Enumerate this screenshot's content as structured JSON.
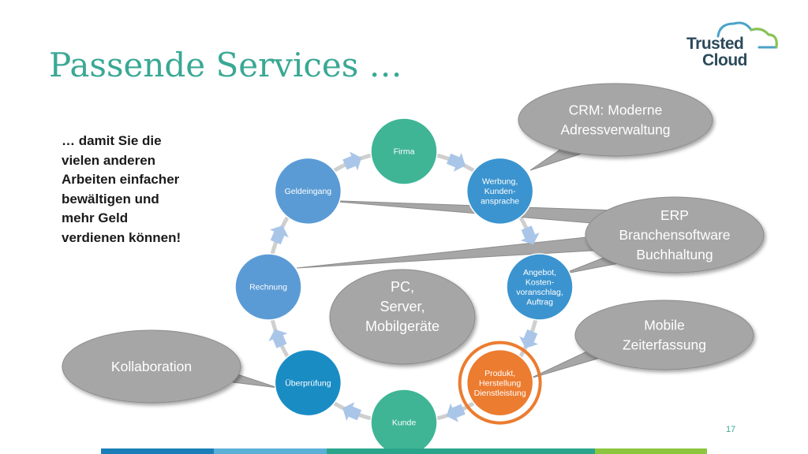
{
  "slide": {
    "title": "Passende Services …",
    "intro_lines": [
      "… damit Sie die",
      "vielen anderen",
      "Arbeiten einfacher",
      "bewältigen und",
      "mehr Geld",
      "verdienen können!"
    ],
    "page_number": "17"
  },
  "logo": {
    "line1": "Trusted",
    "line2": "Cloud",
    "colors": {
      "text": "#2c4a5a",
      "cloud_blue": "#4aa3c9",
      "cloud_green": "#8bc34a"
    }
  },
  "cycle": {
    "nodes": [
      {
        "id": "firma",
        "lines": [
          "Firma"
        ],
        "color": "#3fb596"
      },
      {
        "id": "werbung",
        "lines": [
          "Werbung,",
          "Kunden-",
          "ansprache"
        ],
        "color": "#3b94cf"
      },
      {
        "id": "angebot",
        "lines": [
          "Angebot,",
          "Kosten-",
          "voranschlag,",
          "Auftrag"
        ],
        "color": "#3b94cf"
      },
      {
        "id": "produkt",
        "lines": [
          "Produkt,",
          "Herstellung",
          "Dienstleistung"
        ],
        "color": "#ec7c30",
        "highlighted": true
      },
      {
        "id": "kunde",
        "lines": [
          "Kunde"
        ],
        "color": "#3fb596"
      },
      {
        "id": "ueberpruefung",
        "lines": [
          "Überprüfung"
        ],
        "color": "#1a8cc4"
      },
      {
        "id": "rechnung",
        "lines": [
          "Rechnung"
        ],
        "color": "#5b9bd5"
      },
      {
        "id": "geldeingang",
        "lines": [
          "Geldeingang"
        ],
        "color": "#5b9bd5"
      }
    ],
    "arrow_color": "#a9c6e8",
    "ring_color": "#cfcfcf"
  },
  "center_bubble": {
    "lines": [
      "PC,",
      "Server,",
      "Mobilgeräte"
    ],
    "color": "#a6a6a6"
  },
  "callouts": [
    {
      "id": "crm",
      "lines": [
        "CRM: Moderne",
        "Adressverwaltung"
      ],
      "points_to": "werbung"
    },
    {
      "id": "erp",
      "lines": [
        "ERP",
        "Branchensoftware",
        "Buchhaltung"
      ],
      "points_to": [
        "geldeingang",
        "rechnung",
        "angebot"
      ]
    },
    {
      "id": "mobile",
      "lines": [
        "Mobile",
        "Zeiterfassung"
      ],
      "points_to": "produkt"
    },
    {
      "id": "kollaboration",
      "lines": [
        "Kollaboration"
      ],
      "points_to": "ueberpruefung"
    }
  ],
  "colors": {
    "title": "#3aa894",
    "callout_fill": "#a6a6a6",
    "footer": [
      "#1a7fb8",
      "#5bb0d8",
      "#2aa58c",
      "#8cc63f"
    ]
  }
}
